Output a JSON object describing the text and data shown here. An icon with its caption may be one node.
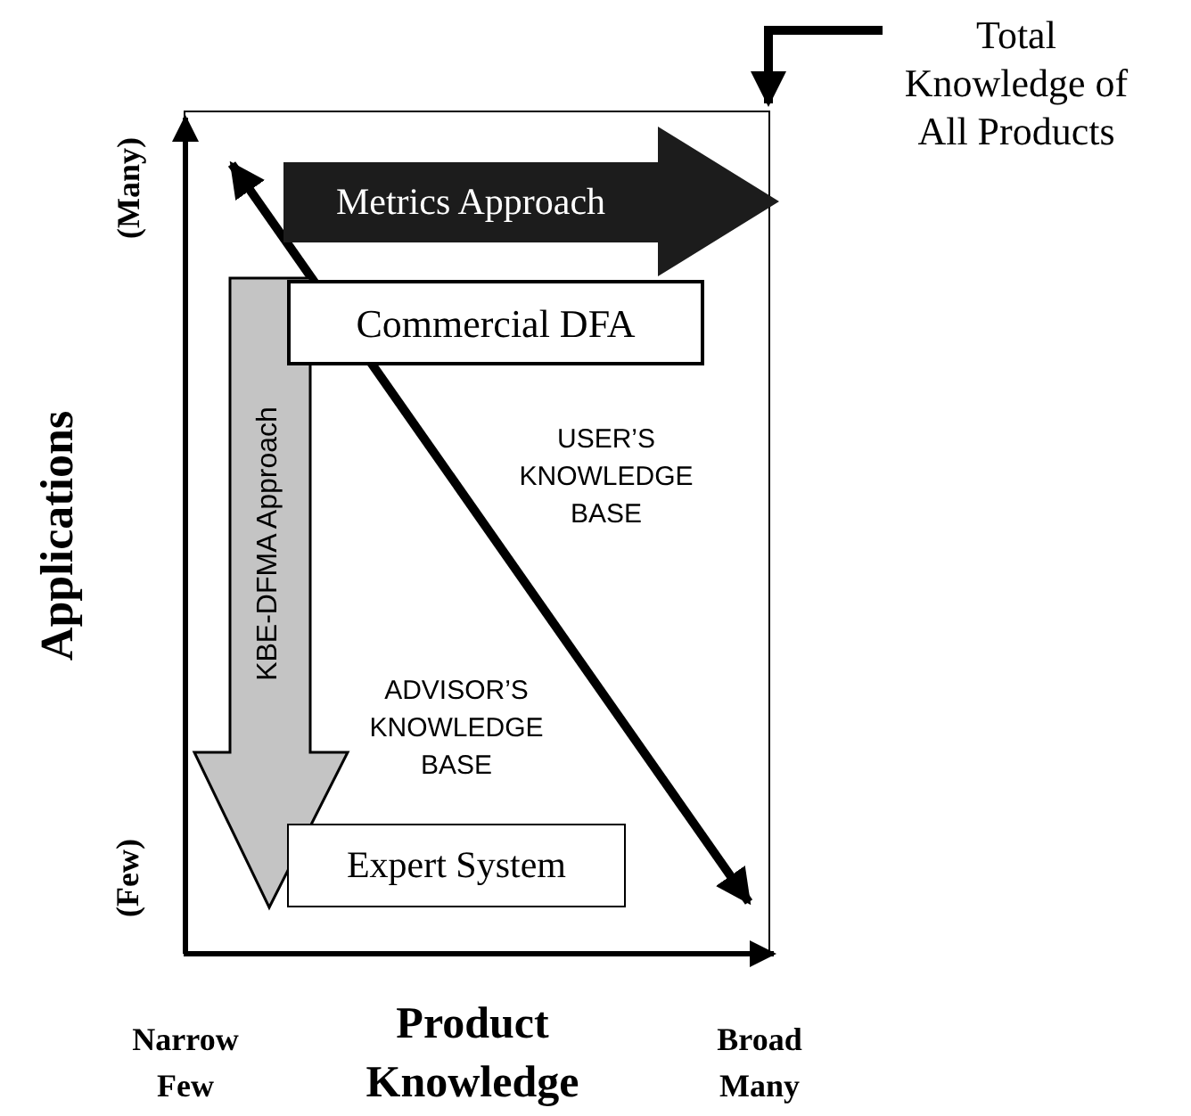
{
  "diagram": {
    "nodes": [
      {
        "text": [
          "Total Knowledge of All Products"
        ]
      },
      {
        "text": [],
        "shape": "box"
      },
      {
        "text": [
          "Metrics Approach"
        ],
        "in": 1
      },
      {
        "text": [
          "Commercial DFA"
        ],
        "in": 1
      },
      {
        "text": [
          "KBE-DFMA Approach"
        ],
        "in": 1
      },
      {
        "text": [
          "Expert System"
        ],
        "in": 1
      }
    ],
    "edges": [
      {
        "from": 0,
        "to": 1,
        "arrow": "to"
      }
    ],
    "labels": [
      "USER’S KNOWLEDGE BASE",
      "ADVISOR’S KNOWLEDGE BASE",
      "Applications",
      "(Many)",
      "(Few)",
      "Narrow Few",
      "Product Knowledge",
      "Broad Many"
    ]
  }
}
